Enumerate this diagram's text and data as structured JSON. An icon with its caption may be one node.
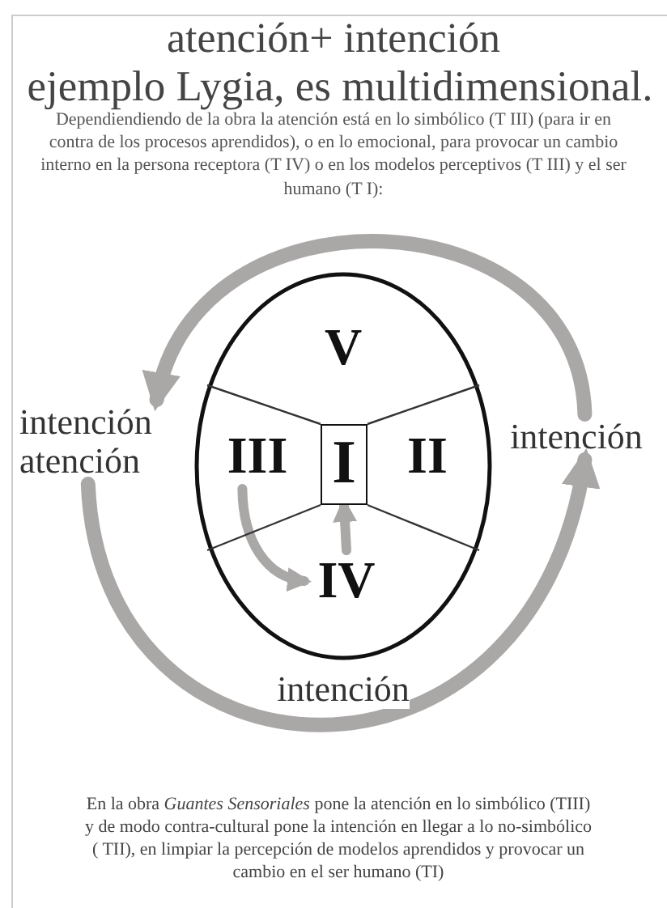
{
  "diagram": {
    "title": "atención+ intención",
    "caption": "En la obra *Guantes Sensoriales* pone la atención en lo simbólico (TIII) y de modo contra-cultural pone la intención en llegar a lo no-simbólico ( TII), en limpiar la percepción de modelos aprendidos y provocar un cambio en el ser humano (TI)",
    "nodes": [
      {
        "text": [],
        "shape": "ellipse"
      },
      {
        "text": [
          "V"
        ],
        "in": 0
      },
      {
        "text": [
          "intención atención"
        ]
      },
      {
        "text": [
          "III"
        ],
        "in": 0
      },
      {
        "text": [
          "I"
        ],
        "in": 0
      },
      {
        "text": [
          "II"
        ],
        "in": 0
      },
      {
        "text": [
          "intención"
        ]
      },
      {
        "text": [
          "IV"
        ],
        "in": 0
      }
    ],
    "edges": [
      {
        "from": 6,
        "to": 2,
        "arrow": "to"
      },
      {
        "from": 2,
        "to": 6,
        "arrow": "to",
        "label": "intención"
      },
      {
        "from": 3,
        "to": 7,
        "arrow": "to"
      },
      {
        "from": 7,
        "to": 4,
        "arrow": "to"
      }
    ],
    "labels": [
      "ejemplo Lygia, es multidimensional.",
      "Dependiendiendo de la obra la atención está en lo simbólico (T III) (para ir en contra de los procesos aprendidos), o en lo emocional, para provocar un cambio interno en la persona receptora (T IV) o en los modelos perceptivos (T III) y el ser humano (T I):"
    ]
  }
}
